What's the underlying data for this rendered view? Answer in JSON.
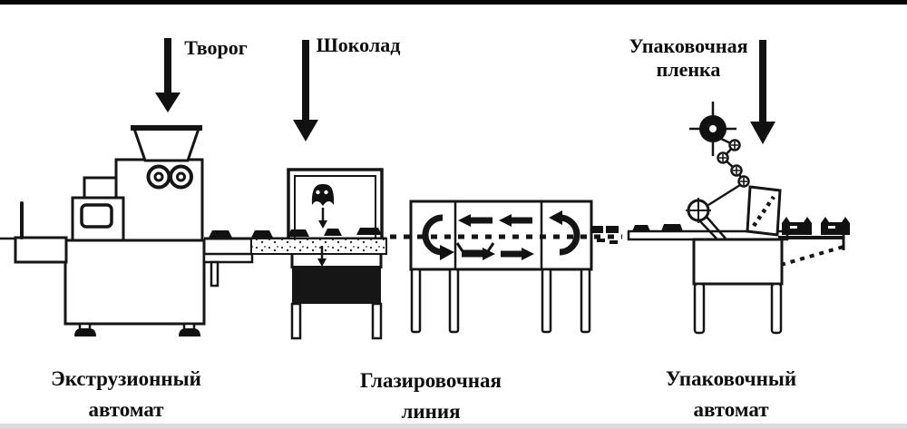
{
  "labels": {
    "inputs": [
      {
        "name": "curd",
        "text": "Творог"
      },
      {
        "name": "chocolate",
        "text": "Шоколад"
      },
      {
        "name": "packaging-film",
        "lines": [
          "Упаковочная",
          "пленка"
        ]
      }
    ],
    "stations": [
      {
        "name": "extruder",
        "lines": [
          "Экструзионный",
          "автомат"
        ]
      },
      {
        "name": "glazing-line",
        "lines": [
          "Глазировочная",
          "линия"
        ]
      },
      {
        "name": "packaging-machine",
        "lines": [
          "Упаковочный",
          "автомат"
        ]
      }
    ]
  },
  "colors": {
    "ink": "#151515",
    "background": "#ffffff",
    "top_bar": "#050505",
    "bottom_bar": "#dcdcdc"
  }
}
